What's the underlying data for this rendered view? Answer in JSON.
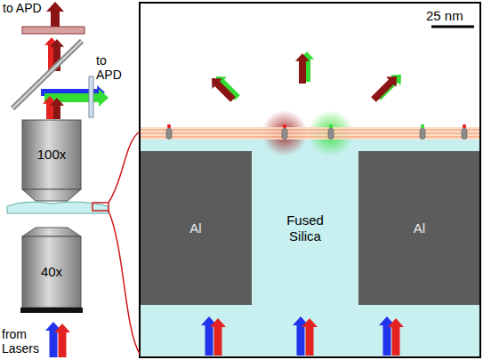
{
  "diagram": {
    "nodes": [
      {
        "text": [
          "100x"
        ]
      },
      {
        "text": [
          "40x"
        ]
      },
      {
        "text": [
          "Al"
        ]
      },
      {
        "text": [
          "Fused Silica"
        ]
      },
      {
        "text": [
          "Al"
        ]
      }
    ],
    "labels": [
      "to APD",
      "to APD",
      "25 nm",
      "from Lasers"
    ]
  }
}
